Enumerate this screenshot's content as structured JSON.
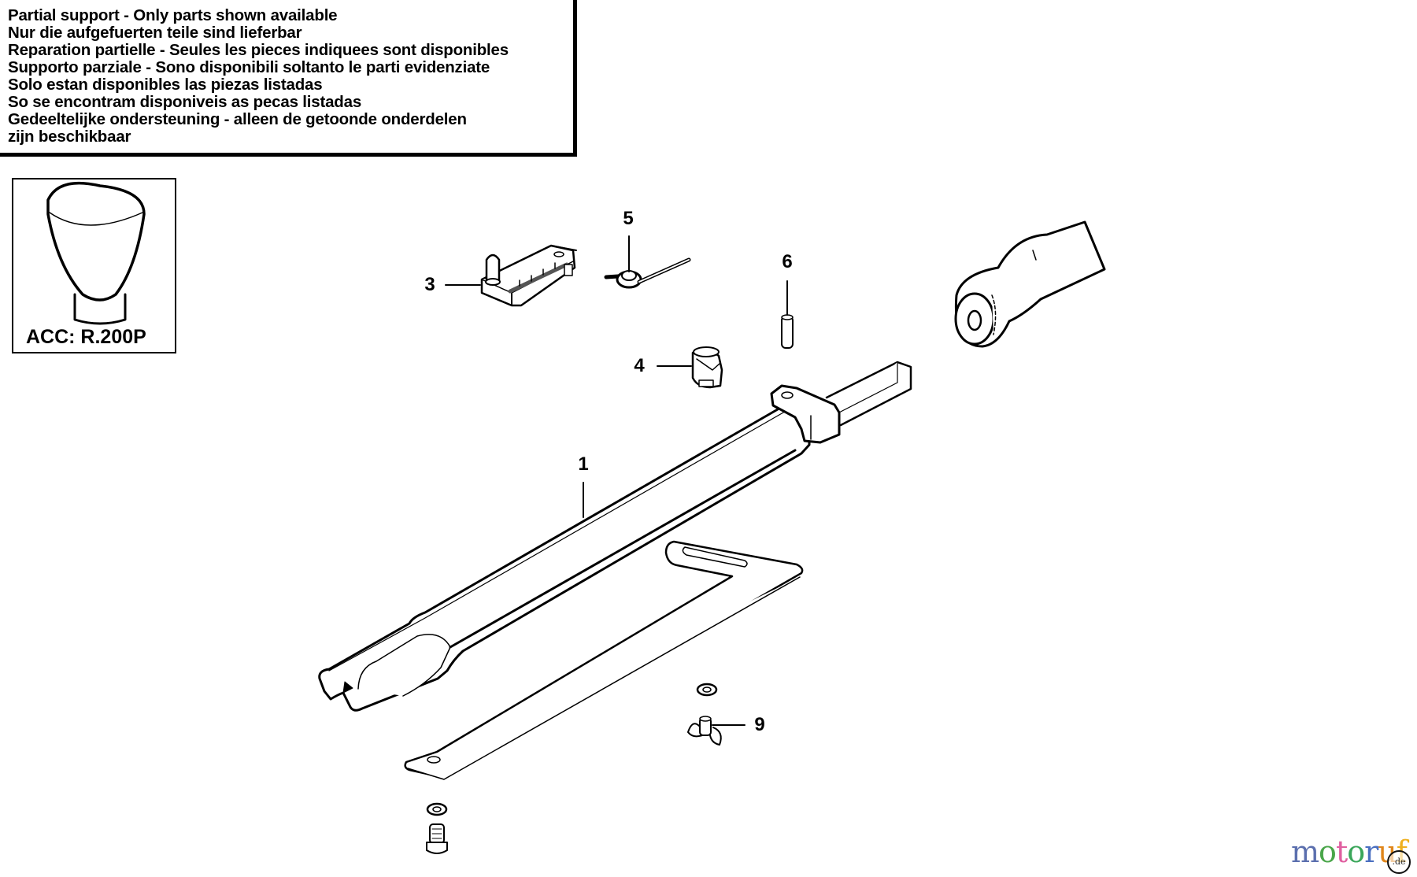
{
  "notice": {
    "lines": [
      "Partial support - Only parts shown available",
      "Nur die aufgefuerten teile sind lieferbar",
      "Reparation partielle - Seules les pieces indiquees sont disponibles",
      "Supporto parziale - Sono disponibili soltanto le parti evidenziate",
      "Solo estan disponibles las piezas listadas",
      "So se encontram disponiveis as pecas listadas",
      "Gedeeltelijke ondersteuning - alleen de getoonde onderdelen",
      "zijn beschikbaar"
    ]
  },
  "accessory": {
    "label": "ACC: R.200P",
    "icon": "knob-icon"
  },
  "callouts": {
    "part1": "1",
    "part3": "3",
    "part4": "4",
    "part5": "5",
    "part6": "6",
    "part9": "9"
  },
  "watermark": {
    "letters": [
      {
        "char": "m",
        "color": "#5b6fae"
      },
      {
        "char": "o",
        "color": "#4aa64a"
      },
      {
        "char": "t",
        "color": "#e05fa0"
      },
      {
        "char": "o",
        "color": "#3aa65a"
      },
      {
        "char": "r",
        "color": "#4a6fc0"
      },
      {
        "char": "u",
        "color": "#e0861c"
      },
      {
        "char": "f",
        "color": "#efb020"
      }
    ],
    "suffix": ".de"
  }
}
